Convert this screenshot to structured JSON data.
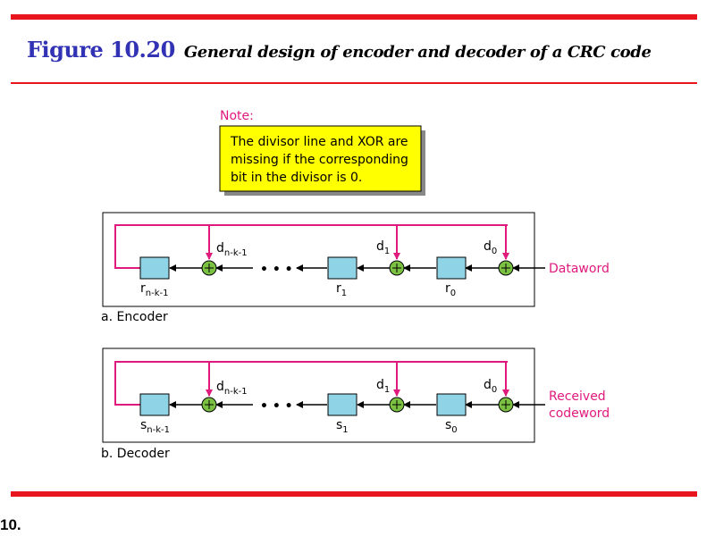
{
  "title": {
    "number": "Figure 10.20",
    "caption": "General design of encoder and decoder of a CRC code"
  },
  "note": {
    "heading": "Note:",
    "lines": [
      "The divisor line and XOR are",
      "missing if the corresponding",
      "bit in the divisor is 0."
    ]
  },
  "encoder": {
    "caption": "a. Encoder",
    "input_lines": [
      "Dataword"
    ],
    "register_labels": [
      {
        "base": "r",
        "sub": "n-k-1"
      },
      {
        "base": "r",
        "sub": "1"
      },
      {
        "base": "r",
        "sub": "0"
      }
    ],
    "divisor_labels": [
      {
        "base": "d",
        "sub": "n-k-1"
      },
      {
        "base": "d",
        "sub": "1"
      },
      {
        "base": "d",
        "sub": "0"
      }
    ],
    "ellipsis": "• • •"
  },
  "decoder": {
    "caption": "b. Decoder",
    "input_lines": [
      "Received",
      "codeword"
    ],
    "register_labels": [
      {
        "base": "s",
        "sub": "n-k-1"
      },
      {
        "base": "s",
        "sub": "1"
      },
      {
        "base": "s",
        "sub": "0"
      }
    ],
    "divisor_labels": [
      {
        "base": "d",
        "sub": "n-k-1"
      },
      {
        "base": "d",
        "sub": "1"
      },
      {
        "base": "d",
        "sub": "0"
      }
    ],
    "ellipsis": "• • •"
  },
  "footer": {
    "text": "10."
  },
  "colors": {
    "accent_red": "#e8141e",
    "title_blue": "#3232b4",
    "magenta": "#e0197d",
    "register_fill": "#8fd3e6",
    "xor_fill": "#7cc242",
    "note_fill": "#ffff00"
  }
}
